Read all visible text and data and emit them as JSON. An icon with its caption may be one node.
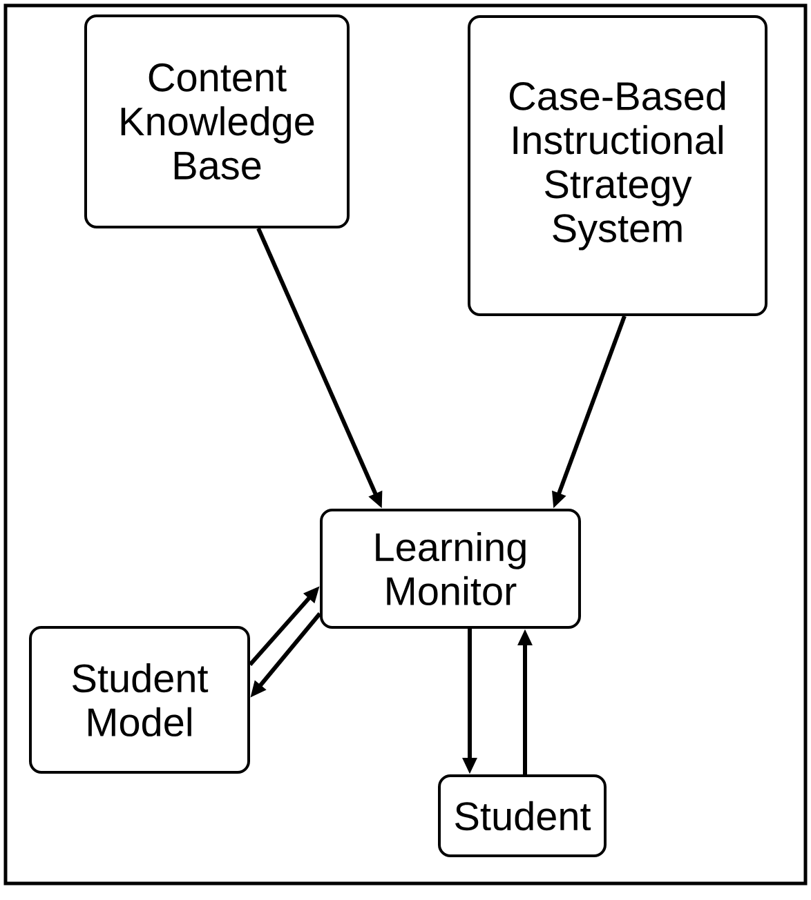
{
  "diagram": {
    "nodes": [
      {
        "text": [
          "Content Knowledge Base"
        ]
      },
      {
        "text": [
          "Case-Based Instructional Strategy System"
        ]
      },
      {
        "text": [
          "Learning Monitor"
        ]
      },
      {
        "text": [
          "Student Model"
        ]
      },
      {
        "text": [
          "Student"
        ]
      }
    ],
    "edges": [
      {
        "from": 0,
        "to": 2,
        "arrow": "to"
      },
      {
        "from": 1,
        "to": 2,
        "arrow": "to"
      },
      {
        "from": 3,
        "to": 2,
        "arrow": "to"
      },
      {
        "from": 2,
        "to": 3,
        "arrow": "to"
      },
      {
        "from": 2,
        "to": 4,
        "arrow": "to"
      },
      {
        "from": 4,
        "to": 2,
        "arrow": "to"
      }
    ]
  }
}
